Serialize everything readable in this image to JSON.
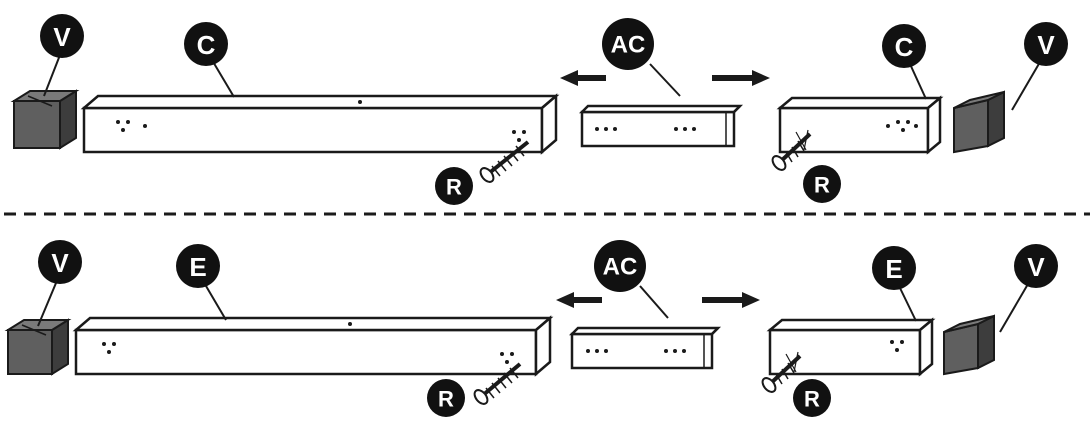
{
  "colors": {
    "ink": "#1a1a1a",
    "badge": "#111111",
    "badge_text": "#ffffff",
    "end_cap_fill": "#5f5f5f",
    "end_cap_side": "#3d3d3d",
    "rail_fill": "#ffffff"
  },
  "top_row": {
    "left_cap_label": "V",
    "left_rail_label": "C",
    "connector_label": "AC",
    "right_rail_label": "C",
    "right_cap_label": "V",
    "left_screw_label": "R",
    "right_screw_label": "R"
  },
  "bottom_row": {
    "left_cap_label": "V",
    "left_rail_label": "E",
    "connector_label": "AC",
    "right_rail_label": "E",
    "right_cap_label": "V",
    "left_screw_label": "R",
    "right_screw_label": "R"
  },
  "icons": {
    "end_cap": "end-cap-icon",
    "screw": "screw-icon",
    "arrow_left": "arrow-left-icon",
    "arrow_right": "arrow-right-icon"
  }
}
